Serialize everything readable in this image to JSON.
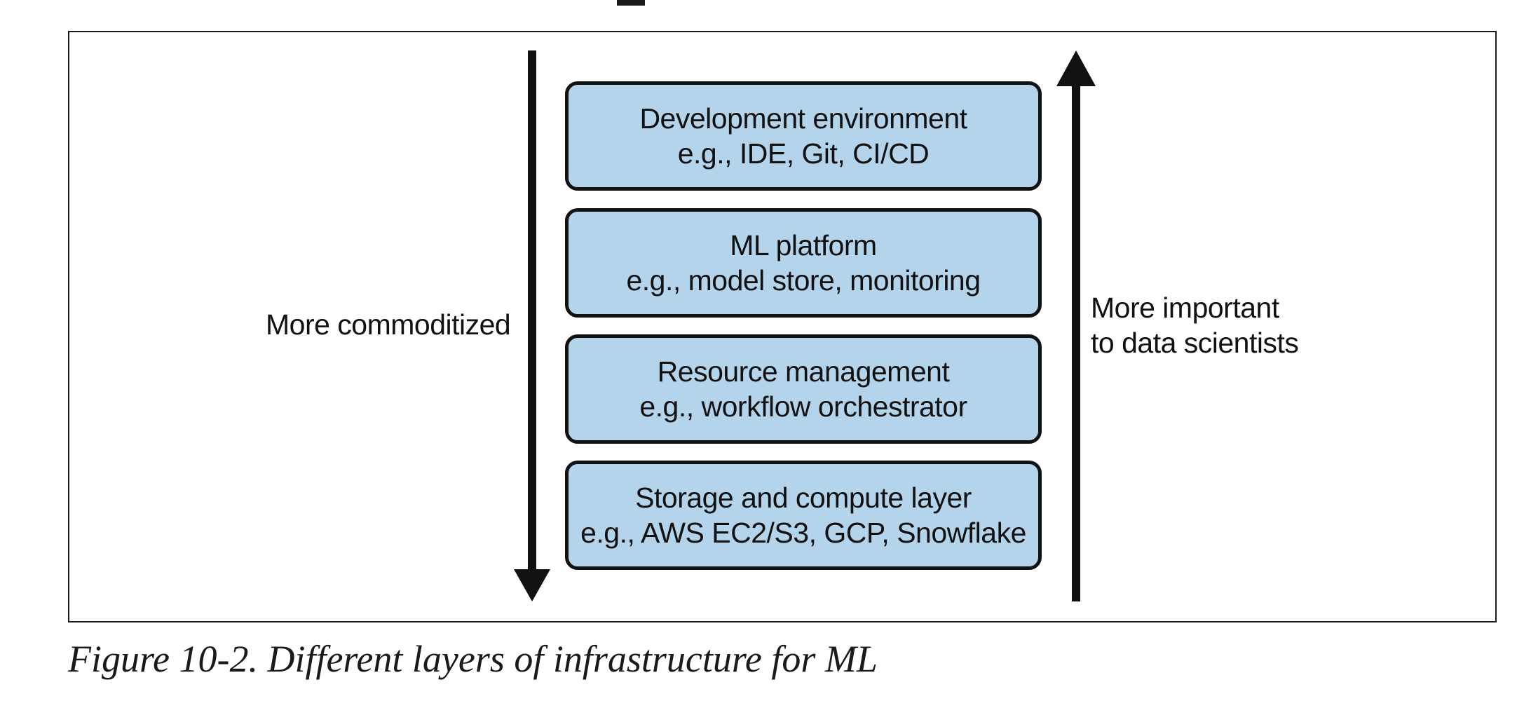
{
  "diagram": {
    "layers": [
      {
        "name": "Development environment",
        "examples": "e.g., IDE, Git, CI/CD"
      },
      {
        "name": "ML platform",
        "examples": "e.g., model store, monitoring"
      },
      {
        "name": "Resource management",
        "examples": "e.g., workflow orchestrator"
      },
      {
        "name": "Storage and compute layer",
        "examples": "e.g., AWS EC2/S3, GCP, Snowflake"
      }
    ],
    "left_label": "More commoditized",
    "right_label_line1": "More important",
    "right_label_line2": "to data scientists",
    "fill_color": "#b3d4ea"
  },
  "caption": "Figure 10-2. Different layers of infrastructure for ML"
}
